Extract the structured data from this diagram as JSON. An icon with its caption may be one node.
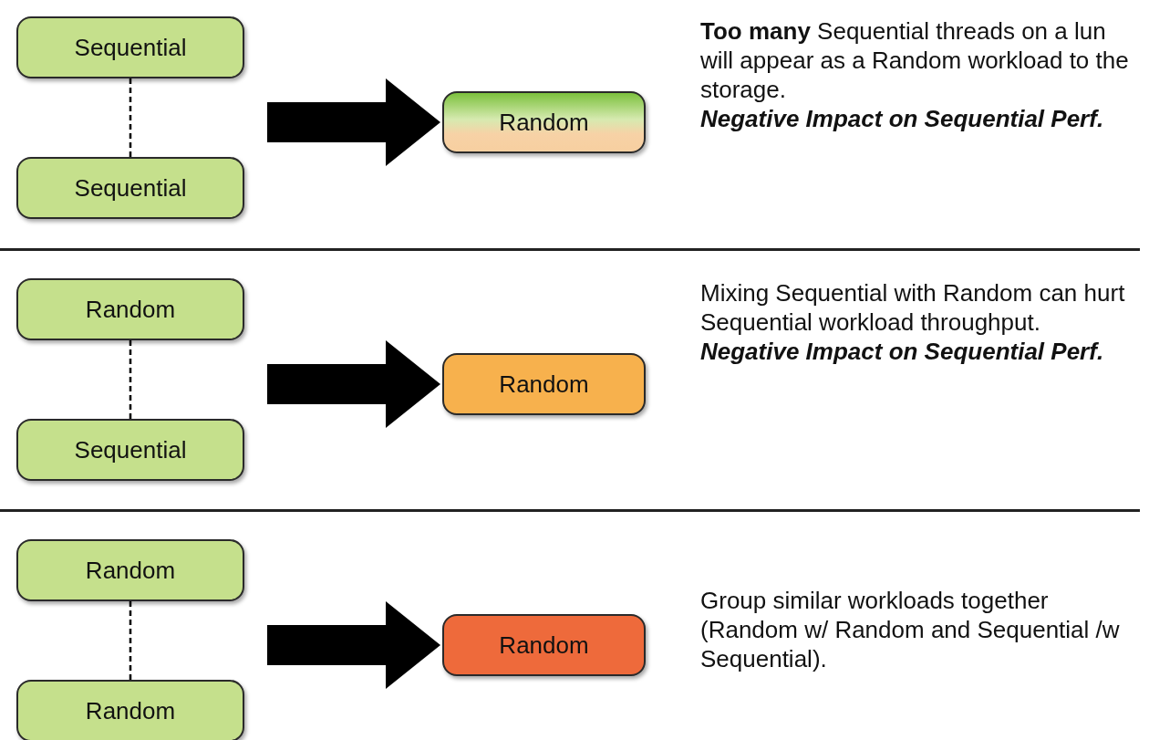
{
  "diagram": {
    "nodes": [
      {
        "text": [
          "Sequential"
        ]
      },
      {
        "text": [
          "Sequential"
        ]
      },
      {
        "text": [
          "Random"
        ],
        "beside": [
          "**Too many** Sequential threads on a lun will appear as a Random workload to the storage.",
          "Negative Impact on Sequential Perf."
        ]
      },
      {
        "text": [
          "Random"
        ]
      },
      {
        "text": [
          "Sequential"
        ]
      },
      {
        "text": [
          "Random"
        ],
        "beside": [
          "Mixing Sequential with Random can hurt Sequential workload throughput.",
          "Negative Impact on Sequential Perf."
        ]
      },
      {
        "text": [
          "Random"
        ]
      },
      {
        "text": [
          "Random"
        ]
      },
      {
        "text": [
          "Random"
        ],
        "beside": [
          "Group similar workloads together (Random w/ Random and Sequential /w Sequential)."
        ]
      }
    ],
    "edges": [
      {
        "from": 0,
        "to": 1,
        "arrow": "none",
        "style": "dashed"
      },
      {
        "from": null,
        "to": 2,
        "arrow": "to",
        "style": "thick"
      },
      {
        "from": 3,
        "to": 4,
        "arrow": "none",
        "style": "dashed"
      },
      {
        "from": null,
        "to": 5,
        "arrow": "to",
        "style": "thick"
      },
      {
        "from": 6,
        "to": 7,
        "arrow": "none",
        "style": "dashed"
      },
      {
        "from": null,
        "to": 8,
        "arrow": "to",
        "style": "thick"
      }
    ]
  }
}
